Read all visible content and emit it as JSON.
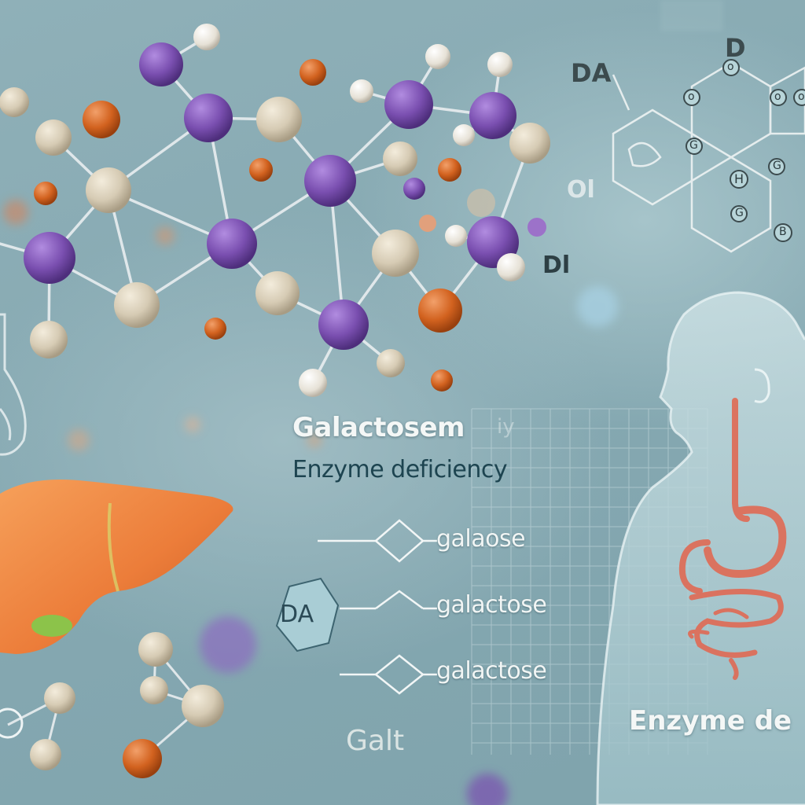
{
  "title": "Galactosem",
  "title_faint": "iy",
  "subtitle": "Enzyme deficiency",
  "pathway": [
    "galaose",
    "galactose",
    "galactose"
  ],
  "badge": "DA",
  "enzyme": "Galt",
  "corner_label": "Enzyme de",
  "hex_labels": {
    "da": "DA",
    "d": "D",
    "o": "Ol",
    "dl": "Dl"
  },
  "hex_nodes": [
    "o",
    "o",
    "o",
    "o",
    "G",
    "H",
    "G",
    "G",
    "B"
  ],
  "colors": {
    "background": "#86a9b2",
    "purple": "#7a4fb0",
    "beige": "#d6cbb4",
    "orange": "#d2621f",
    "liver": "#ec7d3a",
    "body": "#b9d4da"
  }
}
